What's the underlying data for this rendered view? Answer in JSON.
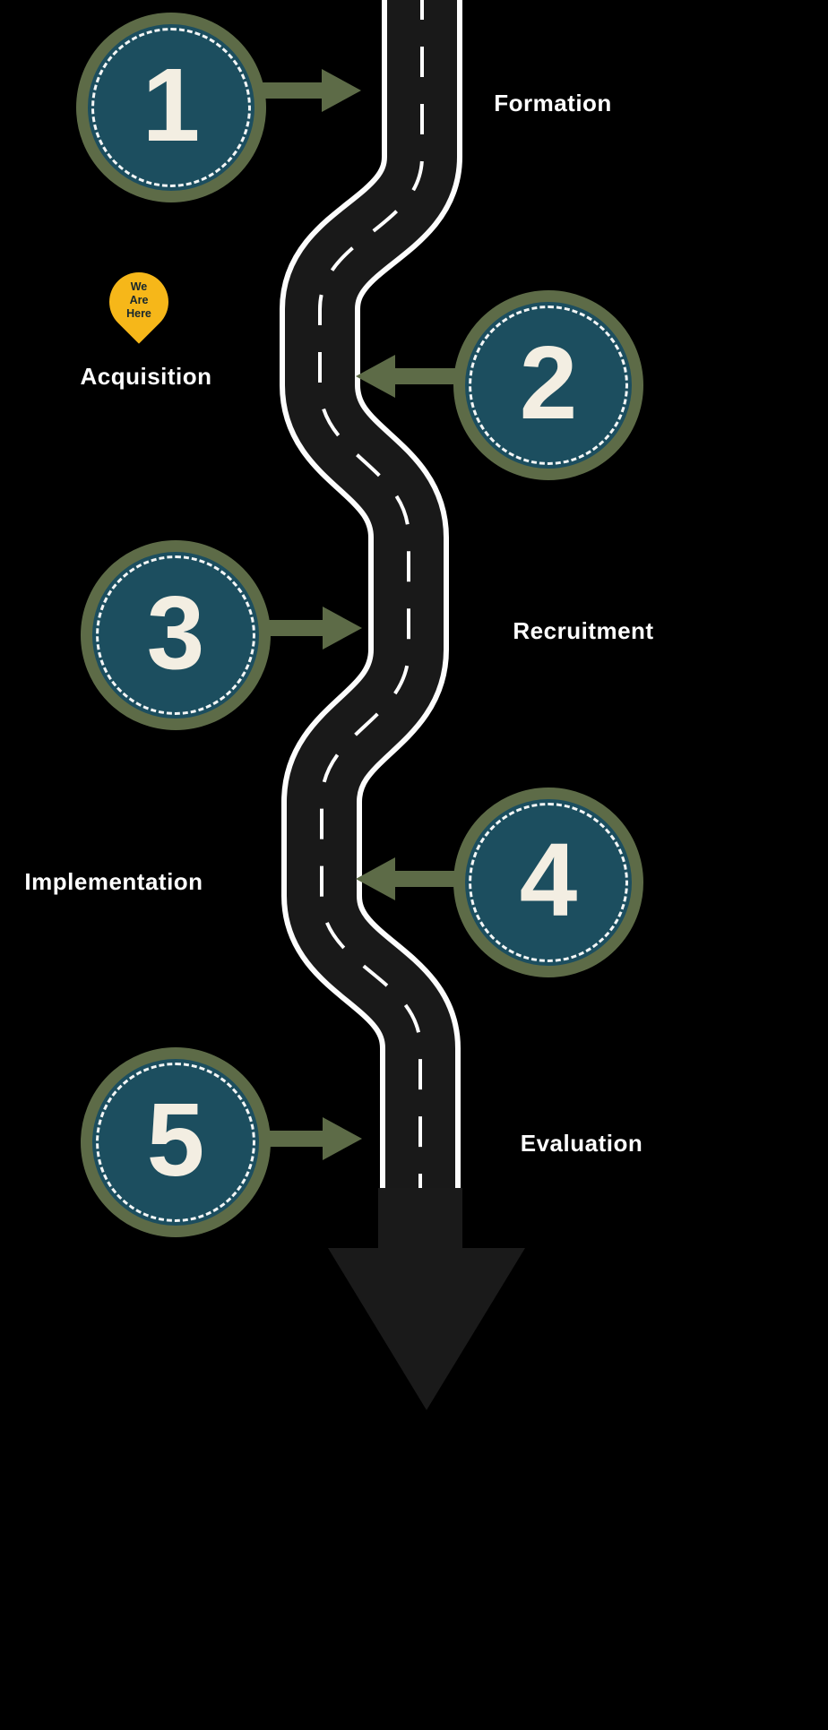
{
  "steps": [
    {
      "number": "1",
      "label": "Formation",
      "circle_side": "left",
      "arrow": "arrow-right"
    },
    {
      "number": "2",
      "label": "Acquisition",
      "circle_side": "right",
      "arrow": "arrow-left"
    },
    {
      "number": "3",
      "label": "Recruitment",
      "circle_side": "left",
      "arrow": "arrow-right"
    },
    {
      "number": "4",
      "label": "Implementation",
      "circle_side": "right",
      "arrow": "arrow-left"
    },
    {
      "number": "5",
      "label": "Evaluation",
      "circle_side": "left",
      "arrow": "arrow-right"
    }
  ],
  "marker": {
    "lines": [
      "We",
      "Are",
      "Here"
    ]
  },
  "icons": {
    "road_end": "arrow-down",
    "marker": "map-pin"
  },
  "colors": {
    "background": "#000000",
    "road_surface": "#191919",
    "road_edge": "#fdfdfd",
    "road_dashes": "#ffffff",
    "circle_fill": "#1c4e5f",
    "circle_ring": "#5d6b47",
    "arrow": "#5d6b47",
    "number": "#f3eee2",
    "label": "#ffffff",
    "pin_fill": "#f6b719",
    "pin_text": "#16272e",
    "end_arrow": "#1a1a1a"
  }
}
